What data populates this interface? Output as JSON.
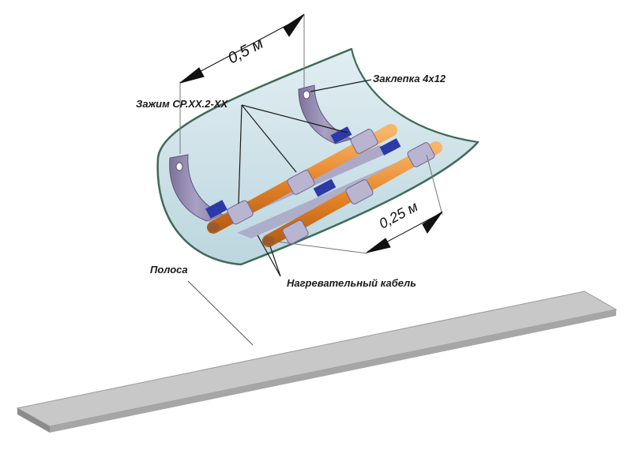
{
  "labels": {
    "clamp": "Зажим CP.XX.2-XX",
    "rivet": "Заклепка 4x12",
    "strip": "Полоса",
    "cable": "Нагревательный кабель"
  },
  "dimensions": {
    "strip_spacing": "0,5 м",
    "cable_spacing": "0,25 м"
  },
  "colors": {
    "pipe_fill": "#cfe3ea",
    "pipe_edge": "#3f6b57",
    "strip": "#9a92b4",
    "cable": "#e8862a",
    "clamp": "#b9b4d0",
    "clamp_band": "#2c3aa8",
    "flat_strip": "#bdbdbd"
  }
}
